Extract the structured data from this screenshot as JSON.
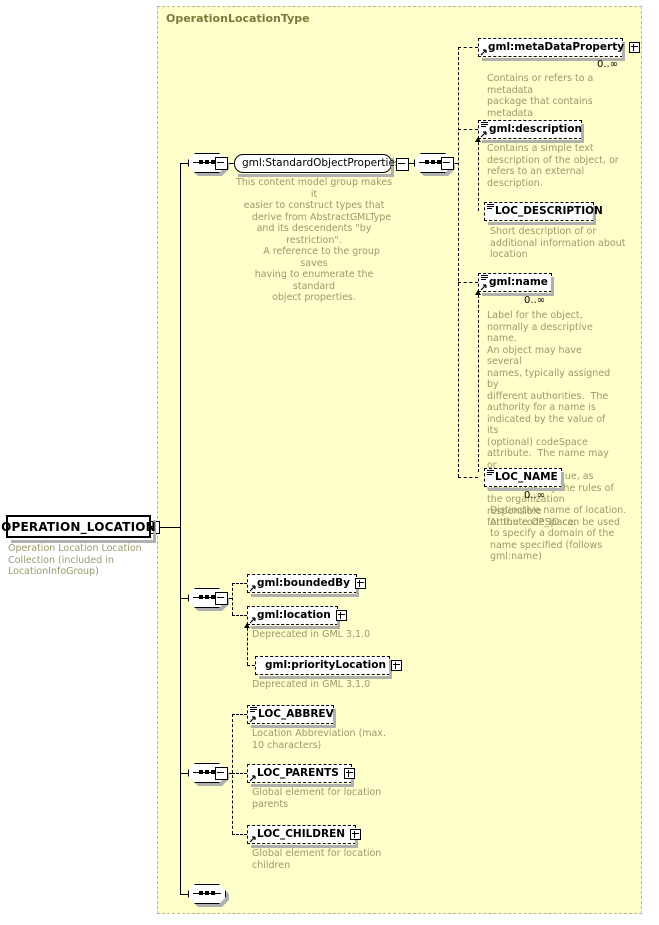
{
  "diagram": {
    "kind": "xml-schema-element-diagram",
    "type_container_label": "OperationLocationType",
    "colors": {
      "container_fill": "#ffffcc",
      "container_border": "#b9b98d",
      "node_fill": "#ffffff",
      "node_border": "#000000",
      "annotation_text": "#9a9a6a",
      "shadow": "#b0b0b0"
    }
  },
  "root": {
    "label": "OPERATION_LOCATION",
    "annotation": "Operation Location Location Collection (included in LocationInfoGroup)"
  },
  "nodes": {
    "standard_object_properties": {
      "label": "gml:StandardObjectProperties",
      "annotation": "This content model group makes it\neasier to construct types that\n     derive from AbstractGMLType\nand its descendents \"by restriction\".\n     A reference to the group saves\nhaving to enumerate the standard\nobject properties."
    },
    "meta_data_property": {
      "label": "gml:metaDataProperty",
      "cardinality": "0..∞",
      "annotation": "Contains or refers to a metadata\npackage that contains metadata\nproperties."
    },
    "description": {
      "label": "gml:description",
      "cardinality": "",
      "annotation": "Contains a simple text\ndescription of the object, or\nrefers to an external\ndescription."
    },
    "loc_description": {
      "label": "LOC_DESCRIPTION",
      "cardinality": "",
      "annotation": "Short description of or\nadditional information about\nlocation"
    },
    "name": {
      "label": "gml:name",
      "cardinality": "0..∞",
      "annotation": "Label for the object,\nnormally a descriptive name.\nAn object may have several\nnames, typically assigned by\ndifferent authorities.  The\nauthority for a name is\nindicated by the value of its\n(optional) codeSpace\nattribute.  The name may or\nmay not be unique, as\ndetermined by the rules of\nthe organization responsible\nfor the codeSpace."
    },
    "loc_name": {
      "label": "LOC_NAME",
      "cardinality": "0..∞",
      "annotation": "Distinctive name of location.\nAttibute OP_ID can be used\nto specify a domain of the\nname specified (follows\ngml:name)"
    },
    "bounded_by": {
      "label": "gml:boundedBy",
      "cardinality": "",
      "annotation": ""
    },
    "location": {
      "label": "gml:location",
      "cardinality": "",
      "annotation": "Deprecated in GML 3.1.0"
    },
    "priority_location": {
      "label": "gml:priorityLocation",
      "cardinality": "",
      "annotation": "Deprecated in GML 3.1.0"
    },
    "loc_abbrev": {
      "label": "LOC_ABBREV",
      "cardinality": "",
      "annotation": "Location Abbreviation (max.\n10 characters)"
    },
    "loc_parents": {
      "label": "LOC_PARENTS",
      "cardinality": "",
      "annotation": "Global element for location\nparents"
    },
    "loc_children": {
      "label": "LOC_CHILDREN",
      "cardinality": "",
      "annotation": "Global element for location\nchildren"
    }
  },
  "compositors": {
    "seq_top": {
      "name": "sequence"
    },
    "seq_inner": {
      "name": "sequence"
    },
    "seq_middle": {
      "name": "sequence"
    },
    "seq_lower": {
      "name": "sequence"
    },
    "seq_bottom": {
      "name": "sequence"
    }
  }
}
